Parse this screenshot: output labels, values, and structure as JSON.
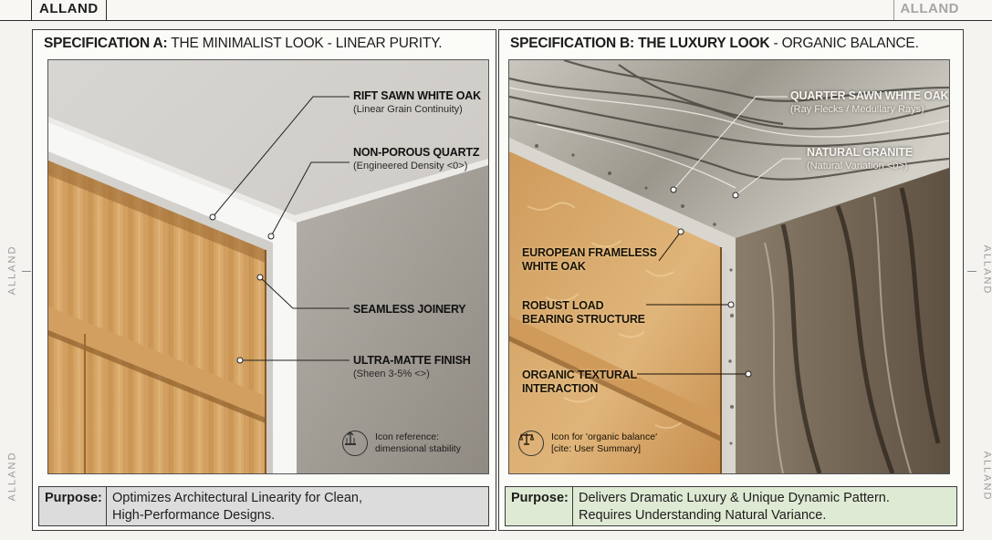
{
  "brand": {
    "left": "ALLAND",
    "right": "ALLAND",
    "side_marks": [
      "ALLAND",
      "ALLAND",
      "ALLAND",
      "ALLAND"
    ]
  },
  "spec_a": {
    "title_bold": "SPECIFICATION A:",
    "title_rest": " THE MINIMALIST LOOK - LINEAR PURITY.",
    "callouts": [
      {
        "main": "RIFT SAWN WHITE OAK",
        "sub": "(Linear Grain Continuity)"
      },
      {
        "main": "NON-POROUS QUARTZ",
        "sub": "(Engineered Density <0>)"
      },
      {
        "main": "SEAMLESS JOINERY",
        "sub": ""
      },
      {
        "main": "ULTRA-MATTE FINISH",
        "sub": "(Sheen 3-5% <>)"
      }
    ],
    "icon": {
      "name": "stability-icon",
      "text": "Icon reference:\ndimensional stability"
    },
    "purpose_label": "Purpose:",
    "purpose_text": "Optimizes Architectural Linearity for Clean,\nHigh-Performance Designs."
  },
  "spec_b": {
    "title_bold": "SPECIFICATION B: THE LUXURY LOOK",
    "title_rest": " - ORGANIC BALANCE.",
    "callouts": [
      {
        "main": "QUARTER SAWN WHITE OAK",
        "sub": "(Ray Flecks / Medullary Rays)"
      },
      {
        "main": "NATURAL GRANITE",
        "sub": "(Natural Variation <0>)"
      },
      {
        "main": "EUROPEAN FRAMELESS\n WHITE OAK",
        "sub": ""
      },
      {
        "main": "ROBUST LOAD\nBEARING STRUCTURE",
        "sub": ""
      },
      {
        "main": "ORGANIC TEXTURAL\nINTERACTION",
        "sub": ""
      }
    ],
    "icon": {
      "name": "balance-scale-icon",
      "text": "Icon for 'organic balance'\n[cite: User Summary]"
    },
    "purpose_label": "Purpose:",
    "purpose_text": "Delivers Dramatic Luxury & Unique Dynamic Pattern.\nRequires Understanding Natural Variance."
  },
  "colors": {
    "oak_light": "#d9a86a",
    "oak_dark": "#b9834a",
    "quartz_white": "#f7f7f5",
    "wall_gray": "#a9a59e",
    "granite_light": "#cfcdc6",
    "granite_dark": "#6b5a48",
    "purpose_a_bg": "#dcdcdc",
    "purpose_b_bg": "#dfead4"
  }
}
